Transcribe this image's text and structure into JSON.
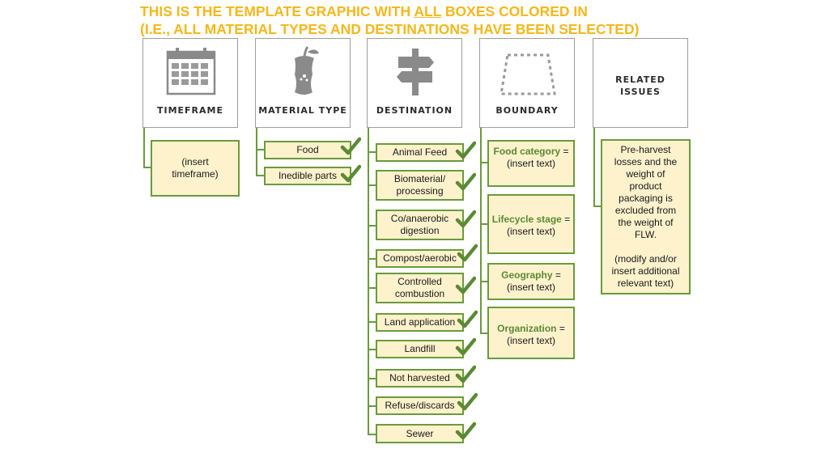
{
  "title": {
    "line1_a": "THIS IS THE TEMPLATE GRAPHIC WITH ",
    "line1_u": "ALL",
    "line1_b": " BOXES COLORED IN",
    "line2": "(I.E., ALL MATERIAL TYPES AND DESTINATIONS HAVE BEEN SELECTED)"
  },
  "headers": {
    "timeframe": "TIMEFRAME",
    "material_type": "MATERIAL TYPE",
    "destination": "DESTINATION",
    "boundary": "BOUNDARY",
    "related_issues": "RELATED\nISSUES"
  },
  "icons": {
    "timeframe": "calendar-icon",
    "material_type": "apple-core-icon",
    "destination": "signpost-icon",
    "boundary": "dashed-trapezoid-icon"
  },
  "timeframe": {
    "text": "(insert\ntimeframe)"
  },
  "material_types": [
    "Food",
    "Inedible parts"
  ],
  "destinations": [
    "Animal Feed",
    "Biomaterial/\nprocessing",
    "Co/anaerobic\ndigestion",
    "Compost/aerobic",
    "Controlled\ncombustion",
    "Land application",
    "Landfill",
    "Not harvested",
    "Refuse/discards",
    "Sewer"
  ],
  "boundary": [
    {
      "label": "Food category",
      "suffix": " =",
      "value": "(insert text)"
    },
    {
      "label": "Lifecycle stage",
      "suffix": " =",
      "value": "(insert text)"
    },
    {
      "label": "Geography",
      "suffix": " =",
      "value": "(insert text)"
    },
    {
      "label": "Organization",
      "suffix": " =",
      "value": "(insert text)"
    }
  ],
  "related_issues": {
    "text": "Pre-harvest\nlosses and the\nweight of\nproduct\npackaging is\nexcluded from\nthe weight of\nFLW.\n\n(modify and/or\ninsert additional\nrelevant text)"
  },
  "colors": {
    "accent_green": "#6b9a3c",
    "box_fill": "#fdf2cc",
    "title_yellow": "#f5b81c",
    "label_green": "#5a8a33"
  }
}
